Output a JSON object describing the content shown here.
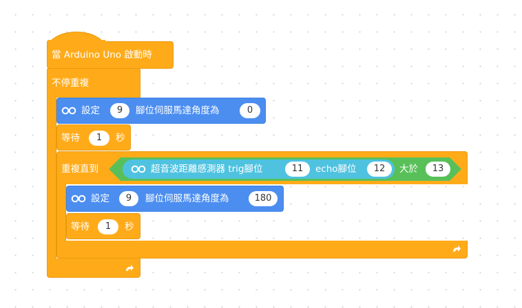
{
  "blocks": {
    "hat": {
      "label": "當 Arduino Uno 啟動時"
    },
    "forever": {
      "label": "不停重複",
      "loop_icon": "loop-arrow-icon"
    },
    "servo1": {
      "prefix": "設定",
      "pin": "9",
      "middle": "腳位伺服馬達角度為",
      "angle": "0",
      "icon": "link-icon"
    },
    "wait1": {
      "prefix": "等待",
      "value": "1",
      "suffix": "秒"
    },
    "repeat_until": {
      "label": "重複直到",
      "loop_icon": "loop-arrow-icon",
      "condition": {
        "sensor_label": "超音波距離感測器 trig腳位",
        "trig": "11",
        "echo_label": "echo腳位",
        "echo": "12",
        "compare": "大於",
        "threshold": "13",
        "icon": "link-icon"
      }
    },
    "servo2": {
      "prefix": "設定",
      "pin": "9",
      "middle": "腳位伺服馬達角度為",
      "angle": "180",
      "icon": "link-icon"
    },
    "wait2": {
      "prefix": "等待",
      "value": "1",
      "suffix": "秒"
    }
  },
  "colors": {
    "control": "#ffab19",
    "extension": "#4c8ef0",
    "operator": "#59c059",
    "sensor": "#4fc2e0",
    "background": "#ffffff"
  }
}
